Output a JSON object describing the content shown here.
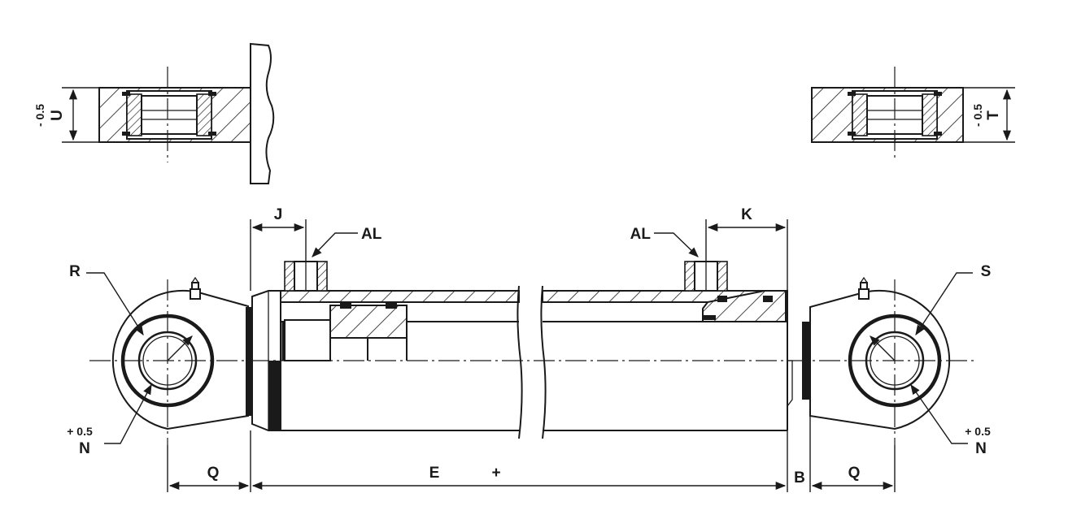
{
  "labels": {
    "j": "J",
    "k": "K",
    "al_left": "AL",
    "al_right": "AL",
    "r": "R",
    "s": "S",
    "n_left": "N",
    "n_right": "N",
    "tol_n_left": "+ 0.5",
    "tol_n_right": "+ 0.5",
    "q_left": "Q",
    "q_right": "Q",
    "e": "E",
    "e_tol": "+",
    "b": "B",
    "u": "U",
    "u_tol": "- 0.5",
    "t": "T",
    "t_tol": "- 0.5"
  }
}
